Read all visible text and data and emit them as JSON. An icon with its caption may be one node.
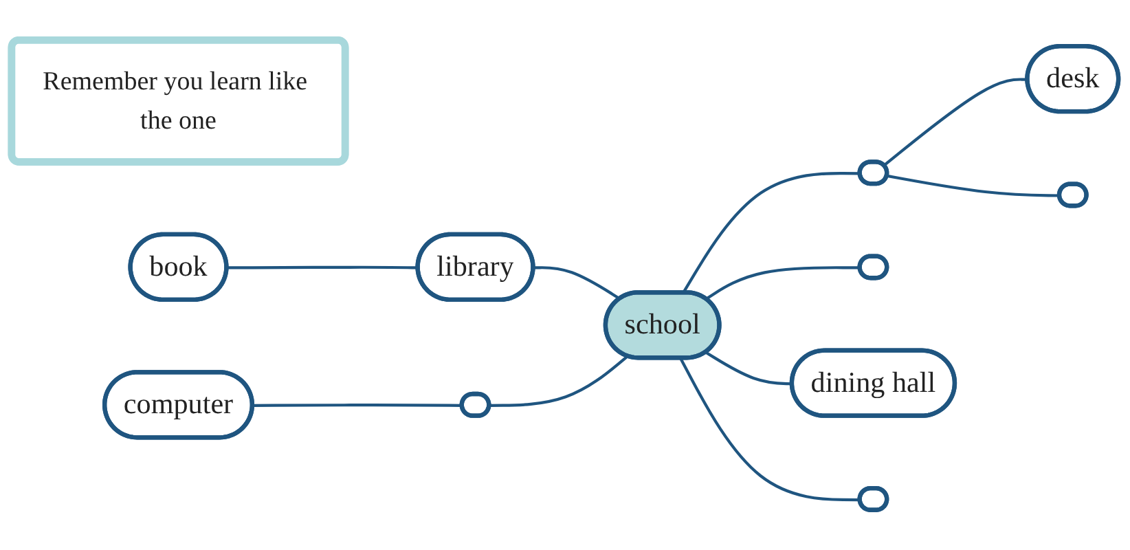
{
  "diagram": {
    "nodes": [
      {
        "text": [
          "Remember you learn like the one"
        ]
      },
      {
        "text": [
          "book"
        ]
      },
      {
        "text": [
          "computer"
        ]
      },
      {
        "text": [
          "library"
        ]
      },
      {
        "text": [],
        "shape": "ellipse"
      },
      {
        "text": [
          "desk"
        ]
      },
      {
        "text": [],
        "shape": "ellipse"
      },
      {
        "text": [
          "school"
        ]
      },
      {
        "text": [],
        "shape": "ellipse"
      },
      {
        "text": [],
        "shape": "ellipse"
      },
      {
        "text": [
          "dining hall"
        ]
      },
      {
        "text": [],
        "shape": "ellipse"
      }
    ],
    "edges": [
      {
        "from": 1,
        "to": 3,
        "arrow": "none"
      },
      {
        "from": 2,
        "to": 4,
        "arrow": "none"
      },
      {
        "from": 3,
        "to": 7,
        "arrow": "none"
      },
      {
        "from": 4,
        "to": 7,
        "arrow": "none"
      },
      {
        "from": 7,
        "to": 6,
        "arrow": "none"
      },
      {
        "from": 6,
        "to": 5,
        "arrow": "none"
      },
      {
        "from": 6,
        "to": 8,
        "arrow": "none"
      },
      {
        "from": 7,
        "to": 9,
        "arrow": "none"
      },
      {
        "from": 7,
        "to": 11,
        "arrow": "none"
      },
      {
        "from": 7,
        "to": 10,
        "arrow": "none"
      }
    ]
  }
}
